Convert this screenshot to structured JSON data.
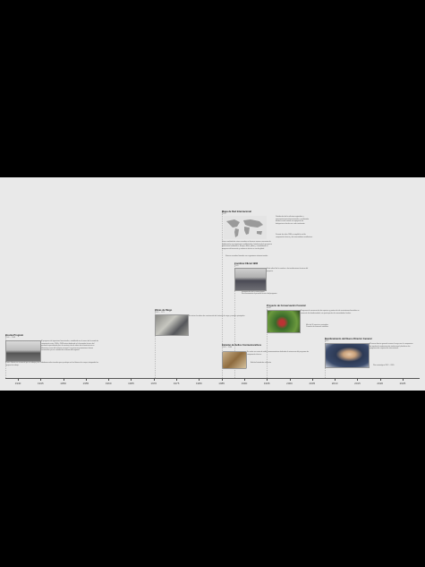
{
  "timeline": {
    "ticks": [
      "1940",
      "1945",
      "1950",
      "1955",
      "1960",
      "1965",
      "1970",
      "1975",
      "1980",
      "1985",
      "1990",
      "1995",
      "2000",
      "2005",
      "2010",
      "2015",
      "2020",
      "2025"
    ]
  },
  "events": [
    {
      "title": "Bosnia Program",
      "date": "1940 – 1948",
      "text": "El programa de ingenieros binacionales, establecido en el marco del acuerdo de cooperación entre 1940 y 1948 estuvo dedicado a la formación técnica del personal especializado para la construcción de obras de infraestructura en diferentes zonas del territorio nacional. Las primeras promociones fueron reconocidas por su contribución al desarrollo regional.",
      "extra": "El otro: Bosnia se reconoció por su trabajo y los ciudadanos seleccionados para participar en las labores de campo, integrando los equipos de trabajo."
    },
    {
      "title": "Obras de Riego",
      "date": "1969 – 1971",
      "text": "Se inician las obras de construcción del sistema de riego y canales principales."
    },
    {
      "title": "Mapa de Red Internacional",
      "date": "1978",
      "text": "Distribución de las oficinas regionales y representaciones internacionales, coordinadas desde la sede central con apoyo de las delegaciones locales en cada continente.",
      "text2": "Durante los años 1980 se amplió la red de cooperación técnica y los intercambios académicos.",
      "text3": "Como resultado de estos acuerdos se firmaron nuevos convenios de colaboración con organismos multilaterales, fortaleciendo la presencia institucional en América, Europa, África y Asia, y consolidando el programa de formación y asistencia técnica a escala global.",
      "bullet": "Nuevos acuerdos firmados con organismos internacionales."
    },
    {
      "title": "Comitiva Oficial 1983",
      "date": "1983",
      "text": "Visita oficial de la comitiva a las instalaciones técnicas del proyecto.",
      "bullets": [
        "Inauguración de la nueva planta",
        "Reconocimiento al personal técnico del programa"
      ]
    },
    {
      "title": "Proyecto de Conservación Forestal",
      "date": "1988",
      "text": "Programa de conservación de especies y protección de ecosistemas forestales en zonas de alta biodiversidad, con participación de comunidades locales.",
      "bullets": [
        "Más de 30 especies protegidas",
        "Creación de reservas naturales"
      ]
    },
    {
      "title": "Emisión de Sellos Conmemorativos",
      "date": "1985 – 1988",
      "text": "Se emite una serie de sellos conmemorativos dedicada al aniversario del programa de cooperación técnica.",
      "bullets": [
        "Edición limitada de colección"
      ]
    },
    {
      "title": "Nombramiento del Nuevo Director General",
      "date": "2012",
      "text": "El nuevo director general asume el cargo con el compromiso de impulsar la modernización institucional y fortalecer los programas de cooperación internacional.",
      "bullets": [
        "Plan estratégico 2012 – 2020"
      ]
    }
  ]
}
